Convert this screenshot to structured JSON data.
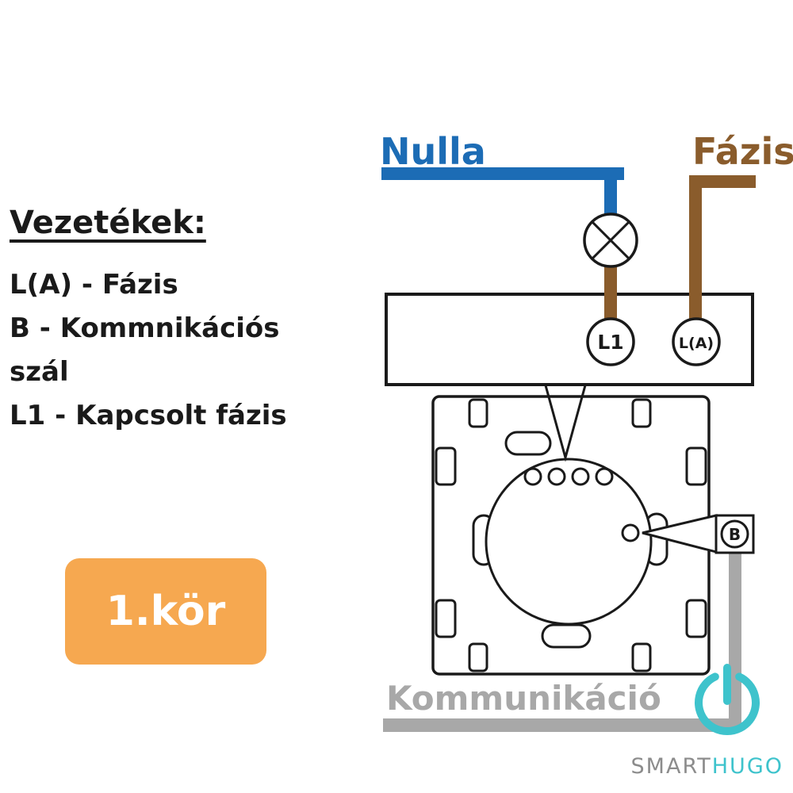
{
  "diagram": {
    "neutral_label": "Nulla",
    "phase_label": "Fázis",
    "comm_label": "Kommunikáció",
    "terminal_l1": "L1",
    "terminal_la": "L(A)",
    "terminal_b": "B"
  },
  "legend": {
    "title": "Vezetékek:",
    "lines": [
      "L(A) - Fázis",
      "B - Kommnikációs",
      "szál",
      "L1 - Kapcsolt fázis"
    ]
  },
  "badge": {
    "label": "1.kör"
  },
  "brand": {
    "smart": "SMART",
    "hugo": "HUGO"
  },
  "colors": {
    "neutral_blue": "#1c6cb5",
    "phase_brown": "#8a5c2c",
    "comm_gray": "#a8a8a8",
    "badge_orange": "#f6a850",
    "brand_teal": "#3ec3cc",
    "brand_gray": "#8c8c8c",
    "line_black": "#1a1a1a"
  }
}
